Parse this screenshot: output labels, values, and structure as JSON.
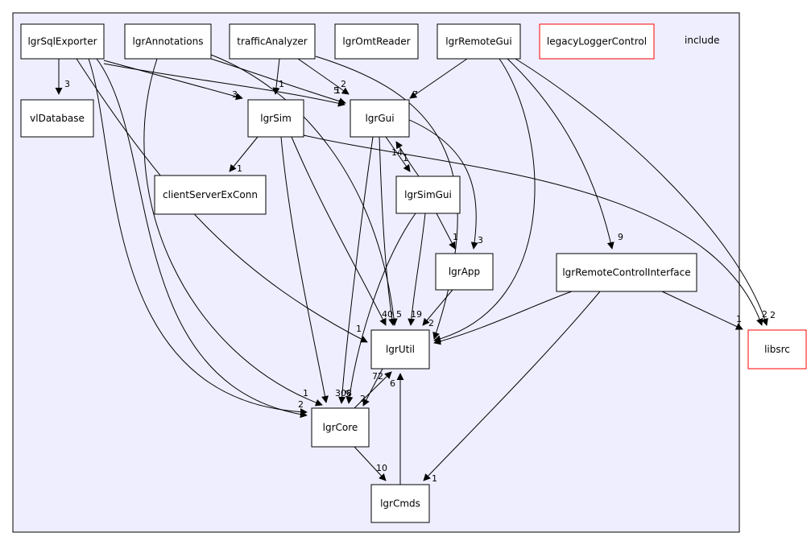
{
  "cluster": {
    "label": "include"
  },
  "nodes": [
    {
      "id": "lgrSqlExporter",
      "label": "lgrSqlExporter",
      "external": false
    },
    {
      "id": "lgrAnnotations",
      "label": "lgrAnnotations",
      "external": false
    },
    {
      "id": "trafficAnalyzer",
      "label": "trafficAnalyzer",
      "external": false
    },
    {
      "id": "lgrOmtReader",
      "label": "lgrOmtReader",
      "external": false
    },
    {
      "id": "lgrRemoteGui",
      "label": "lgrRemoteGui",
      "external": false
    },
    {
      "id": "legacyLoggerControl",
      "label": "legacyLoggerControl",
      "external": true
    },
    {
      "id": "vlDatabase",
      "label": "vlDatabase",
      "external": false
    },
    {
      "id": "lgrSim",
      "label": "lgrSim",
      "external": false
    },
    {
      "id": "lgrGui",
      "label": "lgrGui",
      "external": false
    },
    {
      "id": "clientServerExConn",
      "label": "clientServerExConn",
      "external": false
    },
    {
      "id": "lgrSimGui",
      "label": "lgrSimGui",
      "external": false
    },
    {
      "id": "lgrApp",
      "label": "lgrApp",
      "external": false
    },
    {
      "id": "lgrRemoteControlInterface",
      "label": "lgrRemoteControlInterface",
      "external": false
    },
    {
      "id": "lgrUtil",
      "label": "lgrUtil",
      "external": false
    },
    {
      "id": "lgrCore",
      "label": "lgrCore",
      "external": false
    },
    {
      "id": "lgrCmds",
      "label": "lgrCmds",
      "external": false
    },
    {
      "id": "libsrc",
      "label": "libsrc",
      "external": true
    }
  ],
  "edges": [
    {
      "from": "lgrSqlExporter",
      "to": "vlDatabase",
      "label": "3"
    },
    {
      "from": "lgrSqlExporter",
      "to": "lgrSim",
      "label": "3"
    },
    {
      "from": "lgrSqlExporter",
      "to": "lgrGui",
      "label": "5"
    },
    {
      "from": "lgrSqlExporter",
      "to": "lgrUtil",
      "label": "1"
    },
    {
      "from": "lgrSqlExporter",
      "to": "lgrCore",
      "label": "1"
    },
    {
      "from": "lgrSqlExporter",
      "to": "lgrCore",
      "label": "2"
    },
    {
      "from": "lgrAnnotations",
      "to": "lgrGui",
      "label": "1"
    },
    {
      "from": "lgrAnnotations",
      "to": "lgrUtil",
      "label": ""
    },
    {
      "from": "lgrAnnotations",
      "to": "lgrCore",
      "label": ""
    },
    {
      "from": "trafficAnalyzer",
      "to": "lgrSim",
      "label": "1"
    },
    {
      "from": "trafficAnalyzer",
      "to": "lgrGui",
      "label": "2"
    },
    {
      "from": "trafficAnalyzer",
      "to": "lgrUtil",
      "label": ""
    },
    {
      "from": "lgrRemoteGui",
      "to": "lgrGui",
      "label": "7"
    },
    {
      "from": "lgrRemoteGui",
      "to": "lgrUtil",
      "label": ""
    },
    {
      "from": "lgrRemoteGui",
      "to": "lgrRemoteControlInterface",
      "label": "9"
    },
    {
      "from": "lgrRemoteGui",
      "to": "libsrc",
      "label": "2"
    },
    {
      "from": "lgrSim",
      "to": "clientServerExConn",
      "label": "1"
    },
    {
      "from": "lgrSim",
      "to": "lgrUtil",
      "label": "40"
    },
    {
      "from": "lgrSim",
      "to": "lgrCore",
      "label": "30"
    },
    {
      "from": "lgrSim",
      "to": "libsrc",
      "label": "2"
    },
    {
      "from": "lgrGui",
      "to": "lgrSimGui",
      "label": "1"
    },
    {
      "from": "lgrGui",
      "to": "lgrApp",
      "label": "3"
    },
    {
      "from": "lgrGui",
      "to": "lgrUtil",
      "label": "5"
    },
    {
      "from": "lgrGui",
      "to": "lgrCore",
      "label": "5"
    },
    {
      "from": "lgrSimGui",
      "to": "lgrGui",
      "label": "14"
    },
    {
      "from": "lgrSimGui",
      "to": "lgrApp",
      "label": "1"
    },
    {
      "from": "lgrSimGui",
      "to": "lgrUtil",
      "label": "19"
    },
    {
      "from": "lgrSimGui",
      "to": "lgrCore",
      "label": "8"
    },
    {
      "from": "lgrApp",
      "to": "lgrUtil",
      "label": "2"
    },
    {
      "from": "lgrRemoteControlInterface",
      "to": "lgrUtil",
      "label": ""
    },
    {
      "from": "lgrRemoteControlInterface",
      "to": "lgrCmds",
      "label": "1"
    },
    {
      "from": "lgrRemoteControlInterface",
      "to": "libsrc",
      "label": "1"
    },
    {
      "from": "lgrUtil",
      "to": "lgrCore",
      "label": "2"
    },
    {
      "from": "lgrCore",
      "to": "lgrUtil",
      "label": "72"
    },
    {
      "from": "lgrCore",
      "to": "lgrCmds",
      "label": "10"
    },
    {
      "from": "lgrCmds",
      "to": "lgrUtil",
      "label": "6"
    }
  ],
  "colors": {
    "cluster_fill": "#eeeeff",
    "cluster_stroke": "#000000",
    "node_fill": "#ffffff",
    "node_stroke": "#000000",
    "external_stroke": "#ff0000",
    "edge": "#000000"
  }
}
